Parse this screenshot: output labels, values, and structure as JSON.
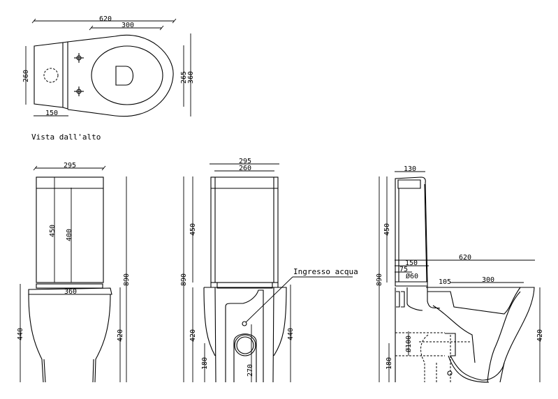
{
  "top_view": {
    "caption": "Vista dall'alto",
    "dims": {
      "length": "620",
      "bowl": "300",
      "tank_width": "260",
      "inner_width": "265",
      "width": "360",
      "tank_depth": "150"
    }
  },
  "front_view": {
    "dims": {
      "tank_width": "295",
      "tank_height": "450",
      "tank_inner": "400",
      "rim_width": "360",
      "bowl_height": "440",
      "seat_height": "420",
      "total_height": "890"
    }
  },
  "back_view": {
    "label": "Ingresso acqua",
    "dims": {
      "tank_width": "295",
      "tank_inner_width": "260",
      "total_height": "890",
      "tank_height": "450",
      "seat_height": "420",
      "inlet_height": "180",
      "bowl_height": "440",
      "slot": "270"
    }
  },
  "side_view": {
    "dims": {
      "tank_depth": "130",
      "total_height": "890",
      "tank_height": "450",
      "length": "620",
      "d150": "150",
      "d75": "75",
      "flush": "Ø60",
      "d105": "105",
      "bowl": "300",
      "seat_height": "420",
      "inlet_height": "180",
      "outlet": "Ø100"
    }
  }
}
